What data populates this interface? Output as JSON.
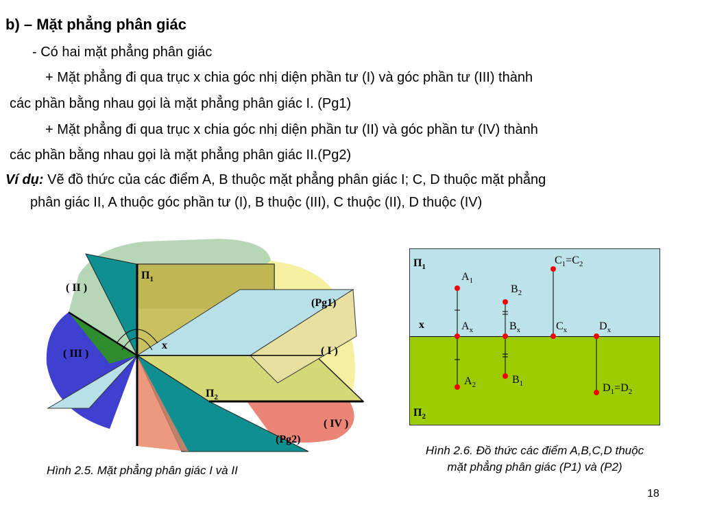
{
  "heading": "b) – Mặt phẳng phân giác",
  "intro": "- Có hai mặt phẳng phân giác",
  "pg1_line1": "+ Mặt phẳng đi qua trục x chia góc nhị diện phần tư (I) và góc phần tư (III) thành",
  "pg1_line2": "các phần bằng nhau gọi là mặt phẳng phân giác I. (Pg1)",
  "pg2_line1": "+ Mặt phẳng đi qua trục x chia góc nhị diện phần tư (II) và góc phần tư (IV) thành",
  "pg2_line2": "các phần bằng nhau gọi là mặt phẳng phân giác II.(Pg2)",
  "example_lead": "Ví dụ:",
  "example_line1": " Vẽ đồ thức của các điểm A, B thuộc mặt phẳng phân giác I; C, D thuộc mặt phẳng",
  "example_line2": "phân giác II, A thuộc góc phần tư (I), B thuộc (III), C thuộc (II), D thuộc (IV)",
  "figure1": {
    "label_pi": "Π",
    "label_pi1_sub": "1",
    "label_pi2_sub": "2",
    "label_pg1": "(Pg1)",
    "label_pg2": "(Pg2)",
    "label_x": "x",
    "label_q1": "( I )",
    "label_q2": "( II )",
    "label_q3": "( III )",
    "label_q4": "( IV )",
    "colors": {
      "pi1_plane": "#c9c060",
      "pi2_plane": "#d4d876",
      "pg1_plane": "#b8e0e8",
      "pg2_plane": "#0f8f8f",
      "region_I": "#f5f0a0",
      "region_II": "#2e8b2e",
      "region_III": "#4040d0",
      "region_IV": "#e87060"
    }
  },
  "figure2": {
    "label_pi": "Π",
    "sub1": "1",
    "sub2": "2",
    "label_x": "x",
    "labels": {
      "A": "A",
      "B": "B",
      "C": "C",
      "D": "D",
      "sub1": "1",
      "sub2": "2",
      "subx": "x",
      "eq": "="
    },
    "colors": {
      "upper_plane": "#bde3ea",
      "lower_plane": "#9acc00",
      "point": "#ee0000"
    }
  },
  "caption1": "Hình 2.5. Mặt phẳng phân giác I và II",
  "caption2_line1": "Hình 2.6. Đồ thức các điểm A,B,C,D thuộc",
  "caption2_line2": "mặt phẳng phân giác (P1) và (P2)",
  "page_number": "18"
}
